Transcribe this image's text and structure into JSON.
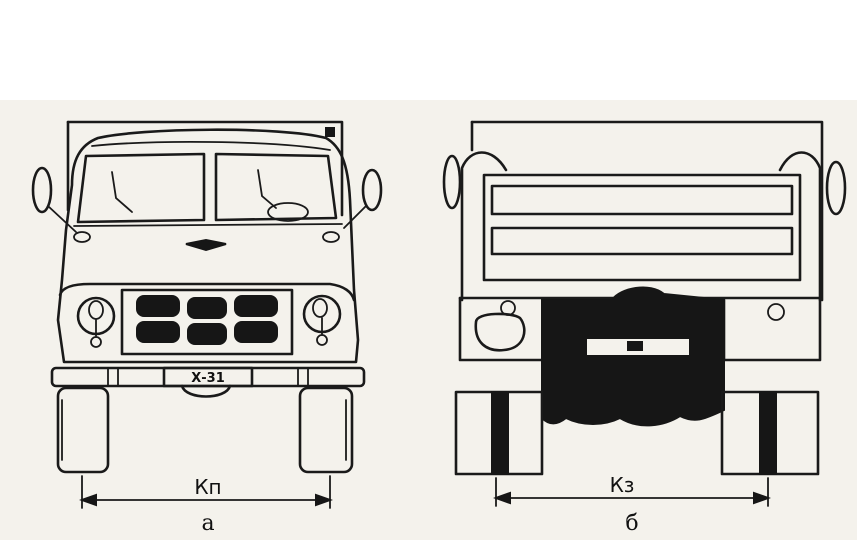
{
  "figure": {
    "panels": [
      {
        "id": "a",
        "caption": "а",
        "dimension_label": "Кп"
      },
      {
        "id": "b",
        "caption": "б",
        "dimension_label": "Кз"
      }
    ],
    "front_plate_text": "Х-31"
  }
}
